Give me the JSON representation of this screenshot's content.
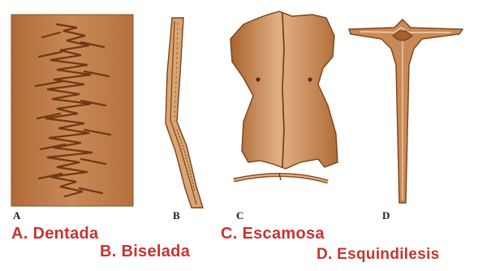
{
  "panels": [
    {
      "letter": "A",
      "caption": "A. Dentada"
    },
    {
      "letter": "B",
      "caption": "B. Biselada"
    },
    {
      "letter": "C",
      "caption": "C. Escamosa"
    },
    {
      "letter": "D",
      "caption": "D. Esquindilesis"
    }
  ],
  "colors": {
    "bone_dark": "#8a4f22",
    "bone_mid": "#c07a45",
    "bone_light": "#e3b48a",
    "caption_red": "#c8332f"
  }
}
